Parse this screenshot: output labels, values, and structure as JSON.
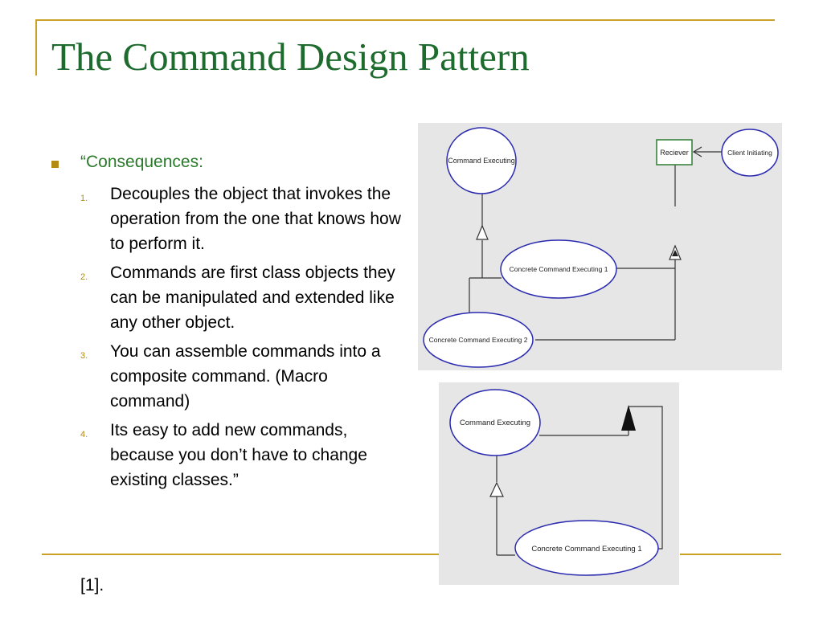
{
  "slide": {
    "title": "The Command Design Pattern",
    "bullet": "“Consequences:",
    "items": [
      {
        "num": "1.",
        "text": "Decouples the object that invokes the operation from the one that knows how to perform it."
      },
      {
        "num": "2.",
        "text": "Commands are first class objects they can be manipulated and extended like any other object."
      },
      {
        "num": "3.",
        "text": "You can assemble commands into a composite command. (Macro command)"
      },
      {
        "num": "4.",
        "text": "Its easy to add new commands, because you don’t have to change existing classes.”"
      }
    ],
    "reference": "[1]."
  },
  "diagram1": {
    "command_executing": "Command Executing",
    "receiver": "Reciever",
    "client_initiating": "Client Initiating",
    "concrete_1": "Concrete Command Executing 1",
    "concrete_2": "Concrete Command Executing 2"
  },
  "diagram2": {
    "command_executing": "Command Executing",
    "concrete_1": "Concrete Command Executing 1"
  },
  "colors": {
    "title": "#1e6b2e",
    "accent_rule": "#c9a227",
    "ellipse_stroke": "#2a2ab0",
    "receiver_stroke": "#2e7d32"
  }
}
